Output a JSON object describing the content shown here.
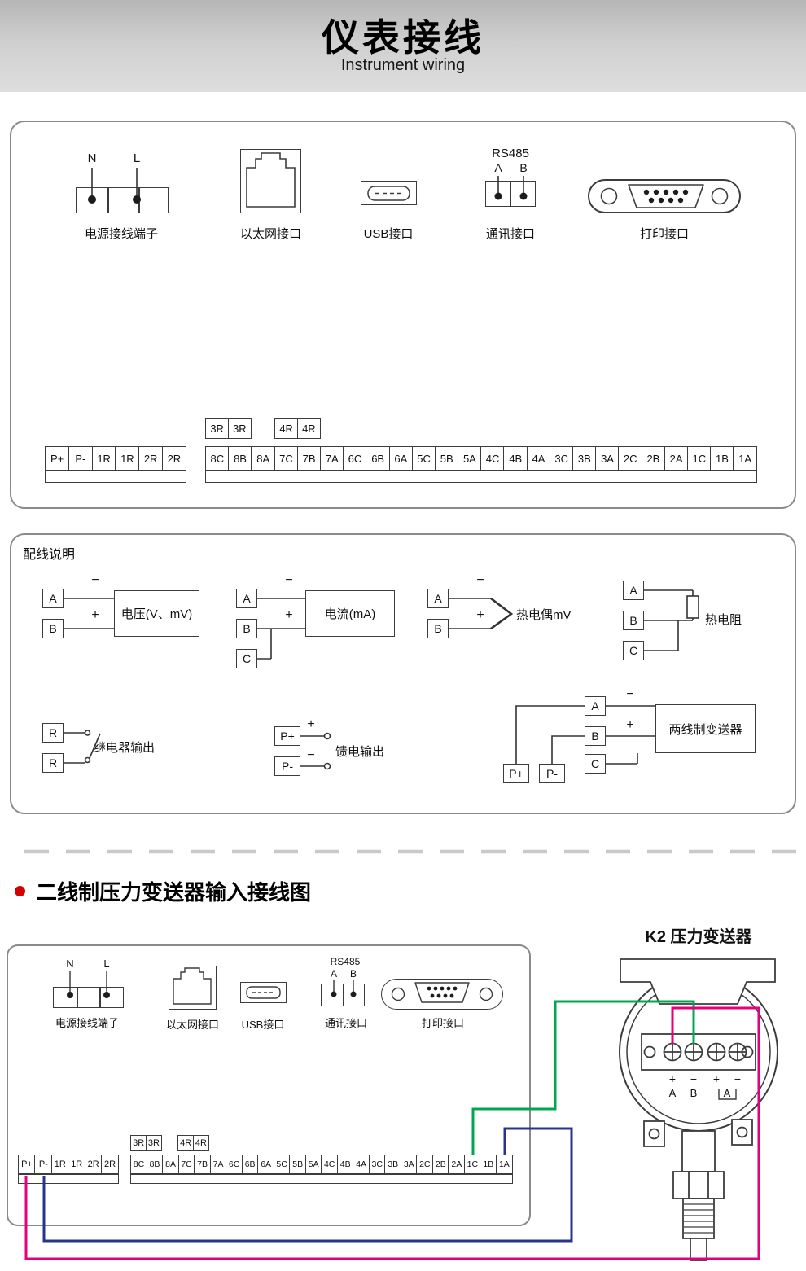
{
  "header": {
    "title": "仪表接线",
    "subtitle": "Instrument wiring"
  },
  "rear_panel": {
    "power": {
      "label": "电源接线端子",
      "pin_n": "N",
      "pin_l": "L"
    },
    "ethernet": {
      "label": "以太网接口"
    },
    "usb": {
      "label": "USB接口"
    },
    "comm": {
      "label": "通讯接口",
      "protocol": "RS485",
      "pin_a": "A",
      "pin_b": "B"
    },
    "printer": {
      "label": "打印接口"
    },
    "strip_3r": [
      "3R",
      "3R"
    ],
    "strip_4r": [
      "4R",
      "4R"
    ],
    "strip_left": [
      "P+",
      "P-",
      "1R",
      "1R",
      "2R",
      "2R"
    ],
    "strip_main": [
      "8C",
      "8B",
      "8A",
      "7C",
      "7B",
      "7A",
      "6C",
      "6B",
      "6A",
      "5C",
      "5B",
      "5A",
      "4C",
      "4B",
      "4A",
      "3C",
      "3B",
      "3A",
      "2C",
      "2B",
      "2A",
      "1C",
      "1B",
      "1A"
    ]
  },
  "wiring_notes": {
    "title": "配线说明",
    "voltage": {
      "box": "电压(V、mV)",
      "a": "A",
      "b": "B",
      "minus": "−",
      "plus": "+"
    },
    "current": {
      "box": "电流(mA)",
      "a": "A",
      "b": "B",
      "c": "C",
      "minus": "−",
      "plus": "+"
    },
    "thermocouple": {
      "label": "热电偶mV",
      "a": "A",
      "b": "B",
      "minus": "−",
      "plus": "+"
    },
    "rtd": {
      "label": "热电阻",
      "a": "A",
      "b": "B",
      "c": "C"
    },
    "relay": {
      "label": "继电器输出",
      "r1": "R",
      "r2": "R"
    },
    "feed": {
      "label": "馈电输出",
      "p_plus": "P+",
      "p_minus": "P-",
      "plus": "+",
      "minus": "−"
    },
    "two_wire": {
      "box": "两线制变送器",
      "a": "A",
      "b": "B",
      "c": "C",
      "p_plus": "P+",
      "p_minus": "P-",
      "minus": "−",
      "plus": "+"
    }
  },
  "section2": {
    "title": "二线制压力变送器输入接线图"
  },
  "transmitter": {
    "title": "K2 压力变送器",
    "polarity": [
      "+",
      "−",
      "+",
      "−"
    ],
    "t1": "A",
    "t2": "B",
    "t3": "A"
  },
  "colors": {
    "wire_green": "#00A651",
    "wire_blue": "#26348B",
    "wire_magenta": "#E3007E",
    "accent_red": "#D40000"
  }
}
